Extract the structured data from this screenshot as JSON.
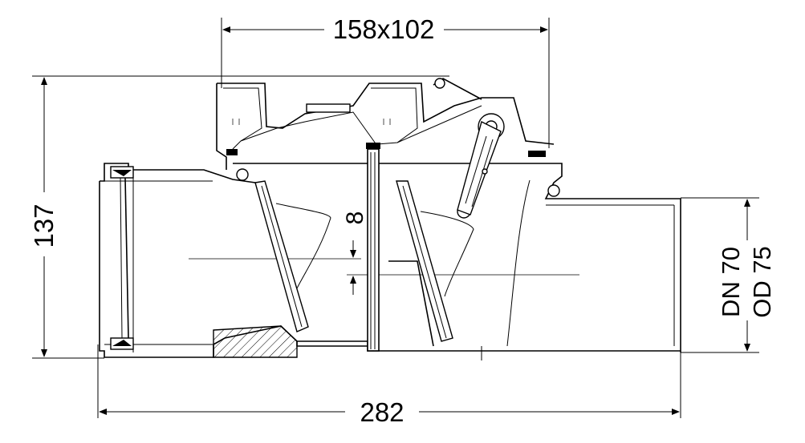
{
  "dimensions": {
    "top_width": "158x102",
    "height": "137",
    "length": "282",
    "offset": "8",
    "dn": "DN 70",
    "od": "OD 75"
  }
}
